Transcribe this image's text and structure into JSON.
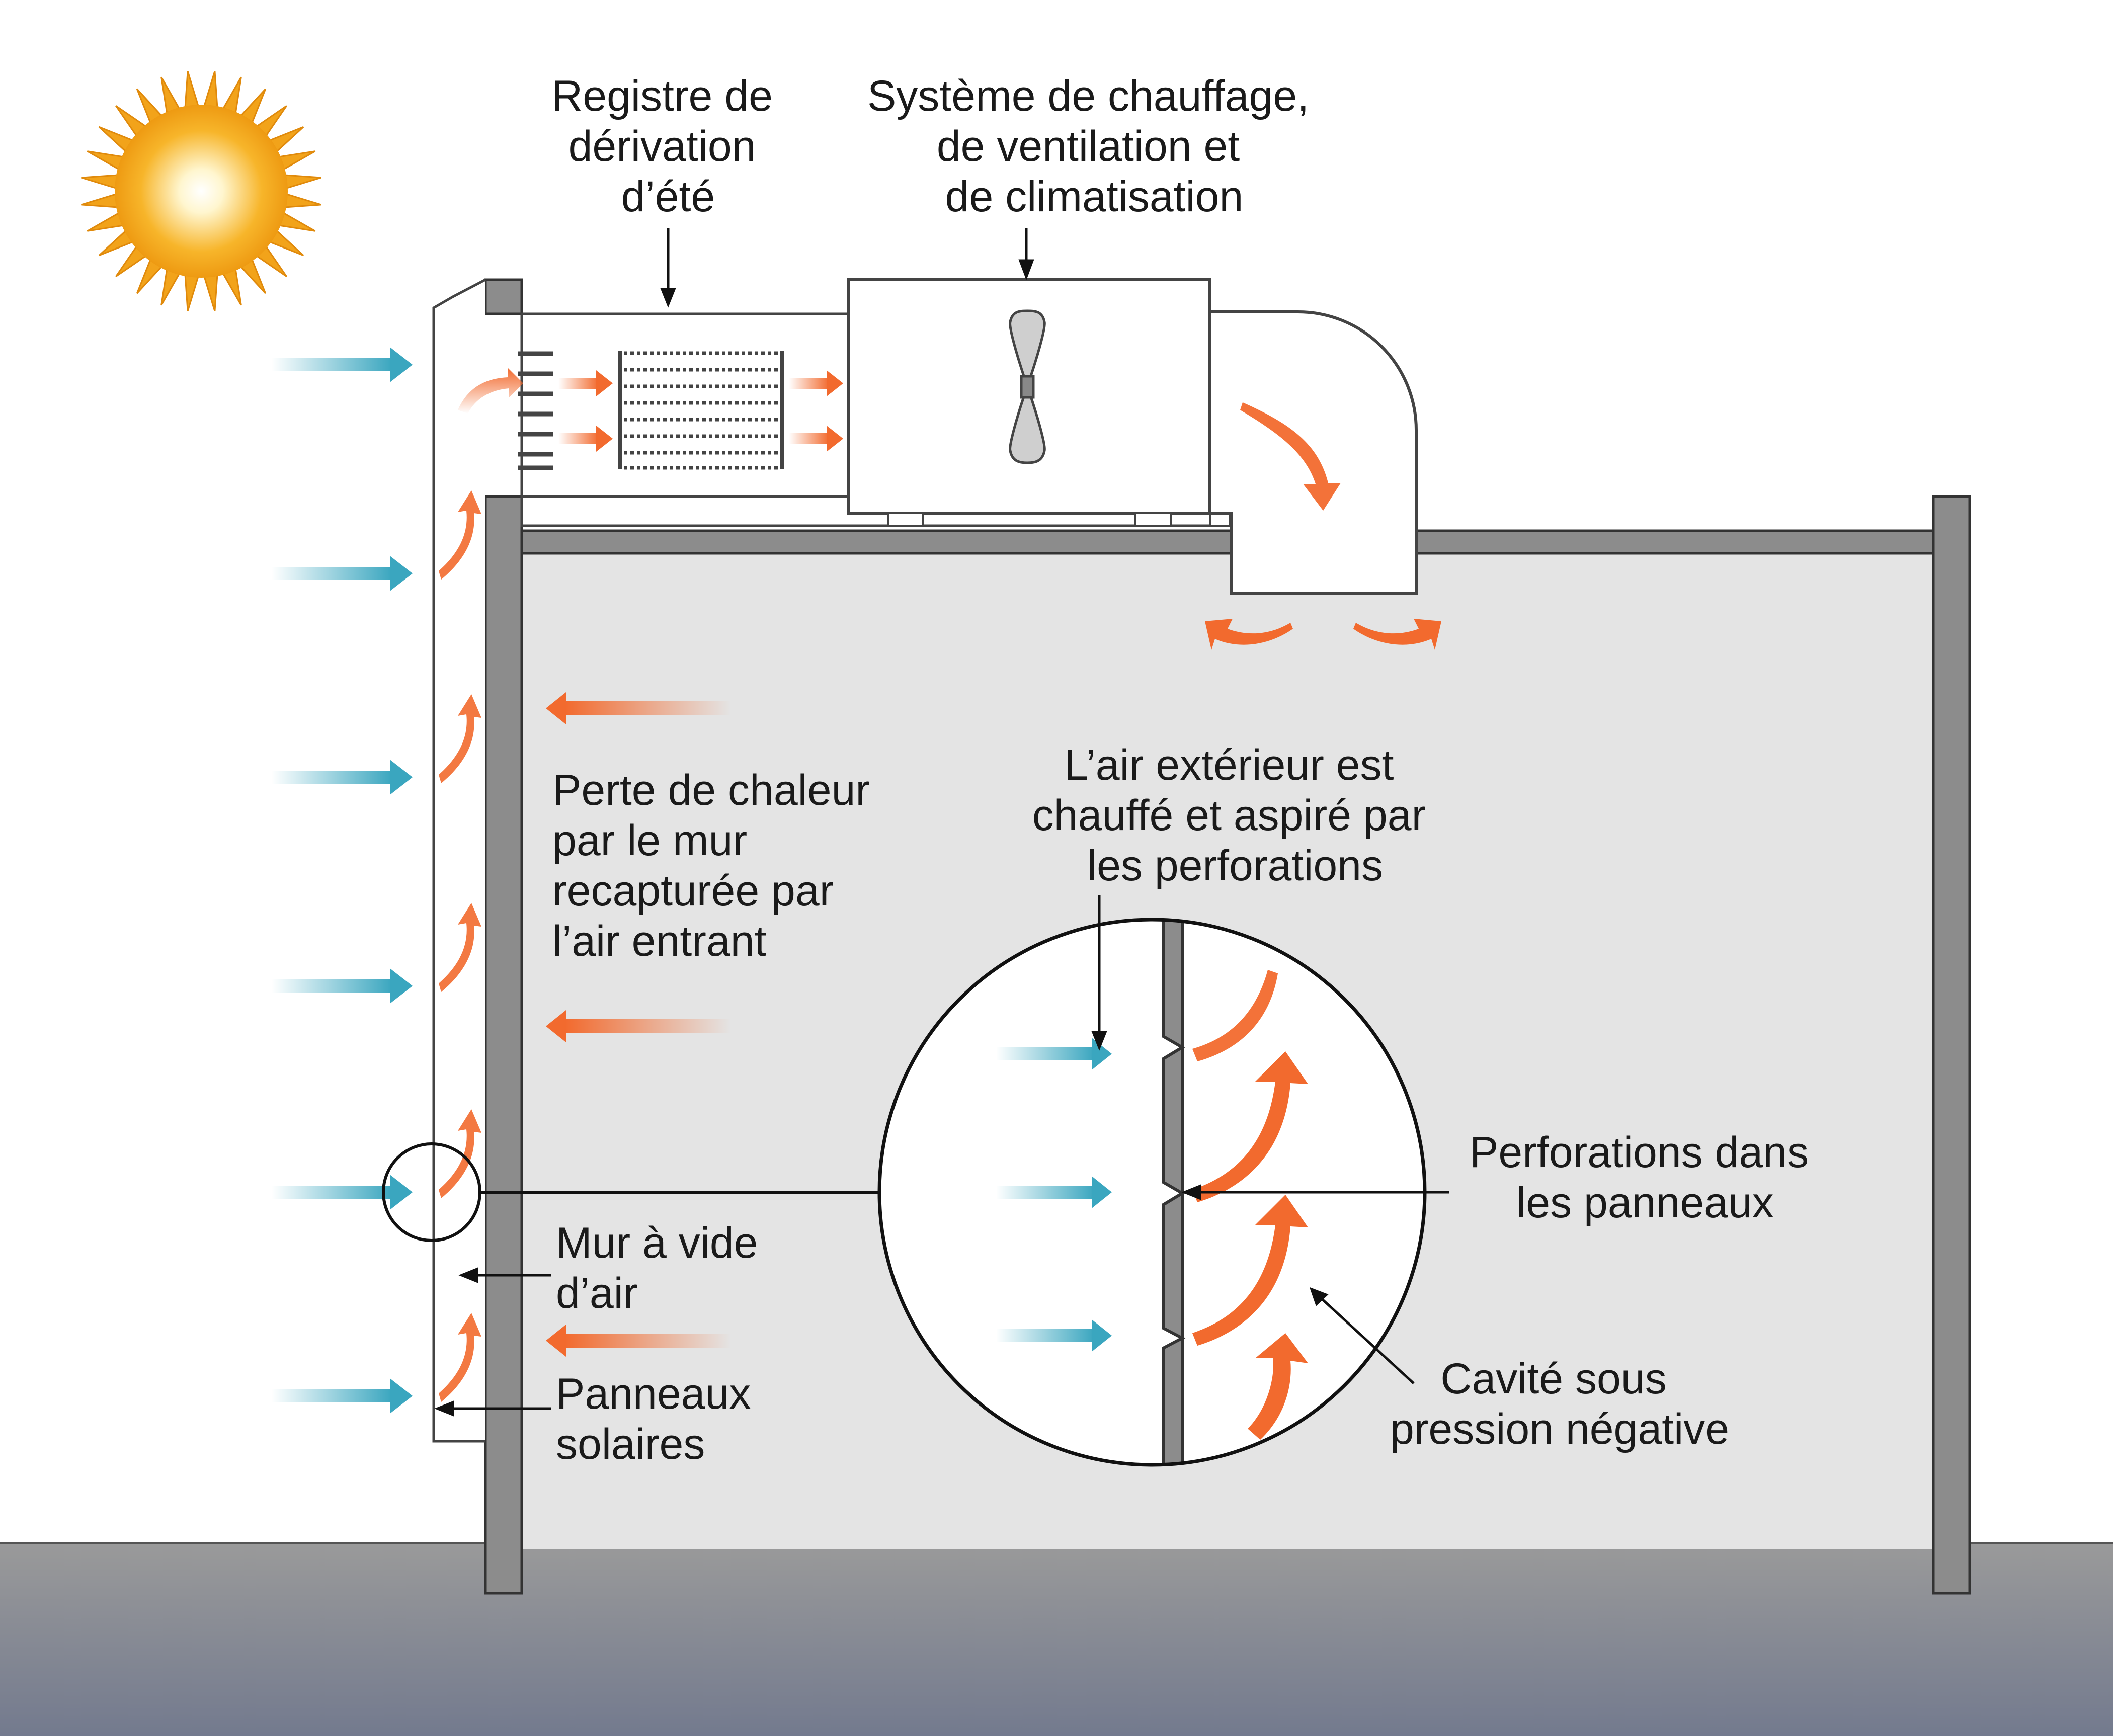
{
  "labels": {
    "bypass_damper": [
      "Registre de",
      "dérivation",
      "d’été"
    ],
    "hvac": [
      "Système de chauffage,",
      "de ventilation et",
      "de climatisation"
    ],
    "heat_loss": [
      "Perte de chaleur",
      "par le mur",
      "recapturée par",
      "l’air entrant"
    ],
    "outside_air": [
      "L’air extérieur est",
      "chauffé et aspiré par",
      "les perforations"
    ],
    "perforations": [
      "Perforations dans",
      "les panneaux"
    ],
    "cavity": [
      "Cavité sous",
      "pression négative"
    ],
    "air_wall": [
      "Mur à vide",
      "d’air"
    ],
    "solar_panels": [
      "Panneaux",
      "solaires"
    ]
  },
  "colors": {
    "cold_air": "#3aa6bf",
    "warm_air": "#f26a2e",
    "wall": "#8c8c8c",
    "interior": "#e4e4e4",
    "ground_top": "#9a9a9a",
    "ground_bottom": "#737a8e",
    "sun_outer": "#f2a31a",
    "sun_inner": "#fff6cf"
  },
  "icons": [
    "sun-icon",
    "fan-icon",
    "filter-icon",
    "louver-icon"
  ]
}
